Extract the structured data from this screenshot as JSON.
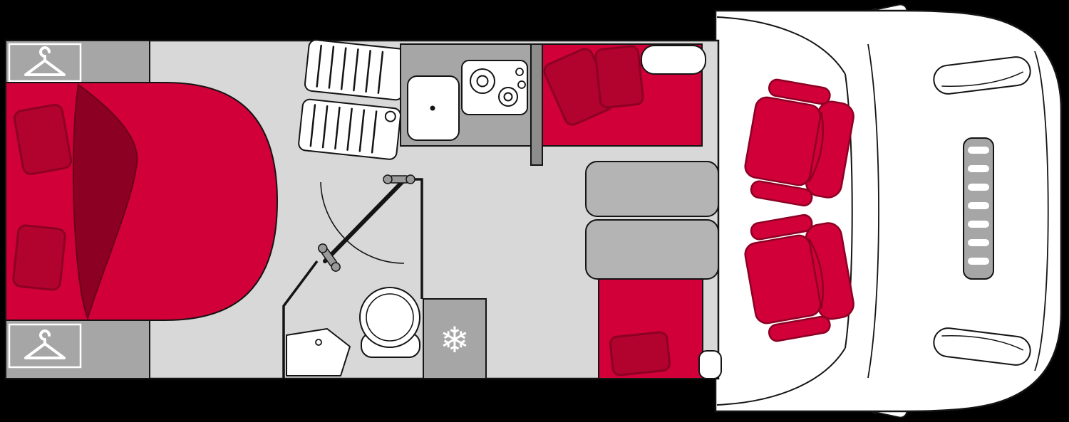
{
  "colors": {
    "background": "#000000",
    "floor": "#d8d8d8",
    "furniture-gray": "#a6a6a6",
    "wall-gray": "#8d8d8d",
    "table-gray": "#b4b4b4",
    "accent-red": "#d10038",
    "cushion-red": "#b2032f",
    "shadow-red": "#8c0024",
    "outline": "#141414",
    "white": "#ffffff",
    "line-gray": "#9a9a9a"
  },
  "icons": {
    "snowflake": {
      "name": "snowflake-icon",
      "glyph": "❄"
    },
    "hanger": {
      "name": "hanger-icon"
    }
  },
  "components": [
    "rear-island-bed",
    "wardrobe-top",
    "wardrobe-bottom",
    "shower-cabinet",
    "kitchen-counter",
    "sink",
    "hob",
    "dinette-seat-front",
    "dinette-table",
    "dinette-seat-rear",
    "bathroom",
    "toilet",
    "bathroom-sink",
    "fridge",
    "passenger-seat",
    "driver-seat",
    "vehicle-cab"
  ]
}
